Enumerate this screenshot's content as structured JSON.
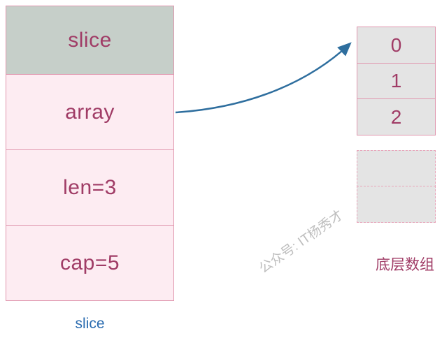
{
  "struct": {
    "header": "slice",
    "rows": [
      {
        "label": "array"
      },
      {
        "label": "len=3"
      },
      {
        "label": "cap=5"
      }
    ],
    "caption": "slice"
  },
  "backing_array": {
    "cells": [
      "0",
      "1",
      "2"
    ],
    "empty_slots": 2,
    "caption": "底层数组"
  },
  "watermark": "公众号: IT杨秀才",
  "colors": {
    "header_bg": "#c6cfc9",
    "row_bg": "#fdecf2",
    "border_pink": "#e096ae",
    "text_maroon": "#a03c66",
    "caption_blue": "#2b6cb0",
    "arrow_blue": "#2e6e9e",
    "cell_bg": "#e4e4e4",
    "watermark_gray": "#b3b3b3"
  }
}
